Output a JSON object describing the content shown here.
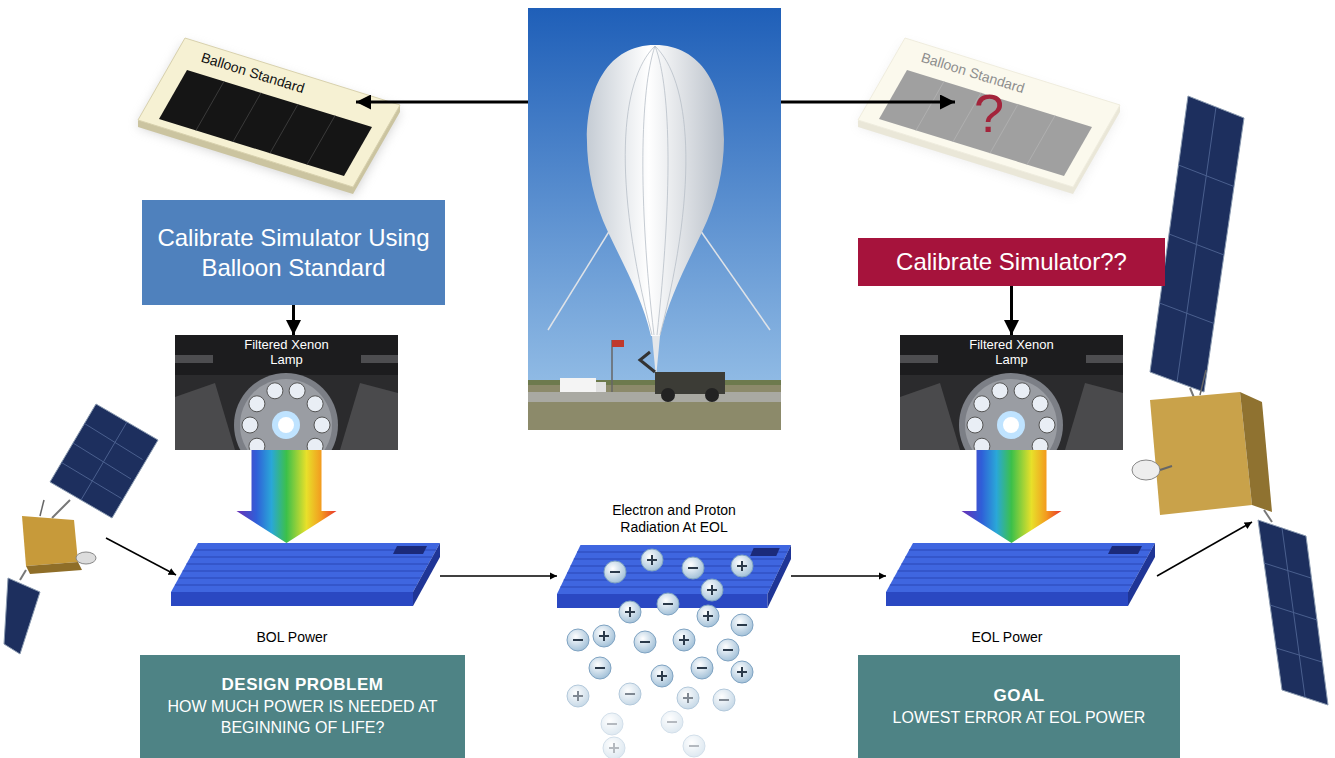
{
  "diagram": {
    "nodes": [
      {
        "text": [
          "Balloon Standard"
        ]
      },
      {
        "text": [
          "Balloon Standard",
          "?"
        ]
      },
      {
        "text": [
          "Calibrate Simulator Using Balloon Standard"
        ]
      },
      {
        "text": [
          "Calibrate Simulator??"
        ]
      },
      {
        "text": [
          "Filtered Xenon Lamp"
        ]
      },
      {
        "text": [
          "Filtered Xenon Lamp"
        ]
      },
      {
        "text": [
          "BOL Power"
        ]
      },
      {
        "text": [
          "Electron and Proton Radiation At EOL"
        ]
      },
      {
        "text": [
          "EOL Power"
        ]
      },
      {
        "text": [
          "DESIGN PROBLEM",
          "HOW MUCH POWER IS NEEDED AT BEGINNING OF LIFE?"
        ]
      },
      {
        "text": [
          "GOAL",
          "LOWEST ERROR AT EOL POWER"
        ]
      }
    ],
    "edges": [
      {
        "from": 2,
        "to": 4,
        "arrow": "to"
      },
      {
        "from": 3,
        "to": 5,
        "arrow": "to"
      },
      {
        "from": 4,
        "to": 6,
        "arrow": "to"
      },
      {
        "from": 5,
        "to": 8,
        "arrow": "to"
      },
      {
        "from": 6,
        "to": 7,
        "arrow": "to"
      },
      {
        "from": 7,
        "to": 8,
        "arrow": "to"
      }
    ]
  }
}
